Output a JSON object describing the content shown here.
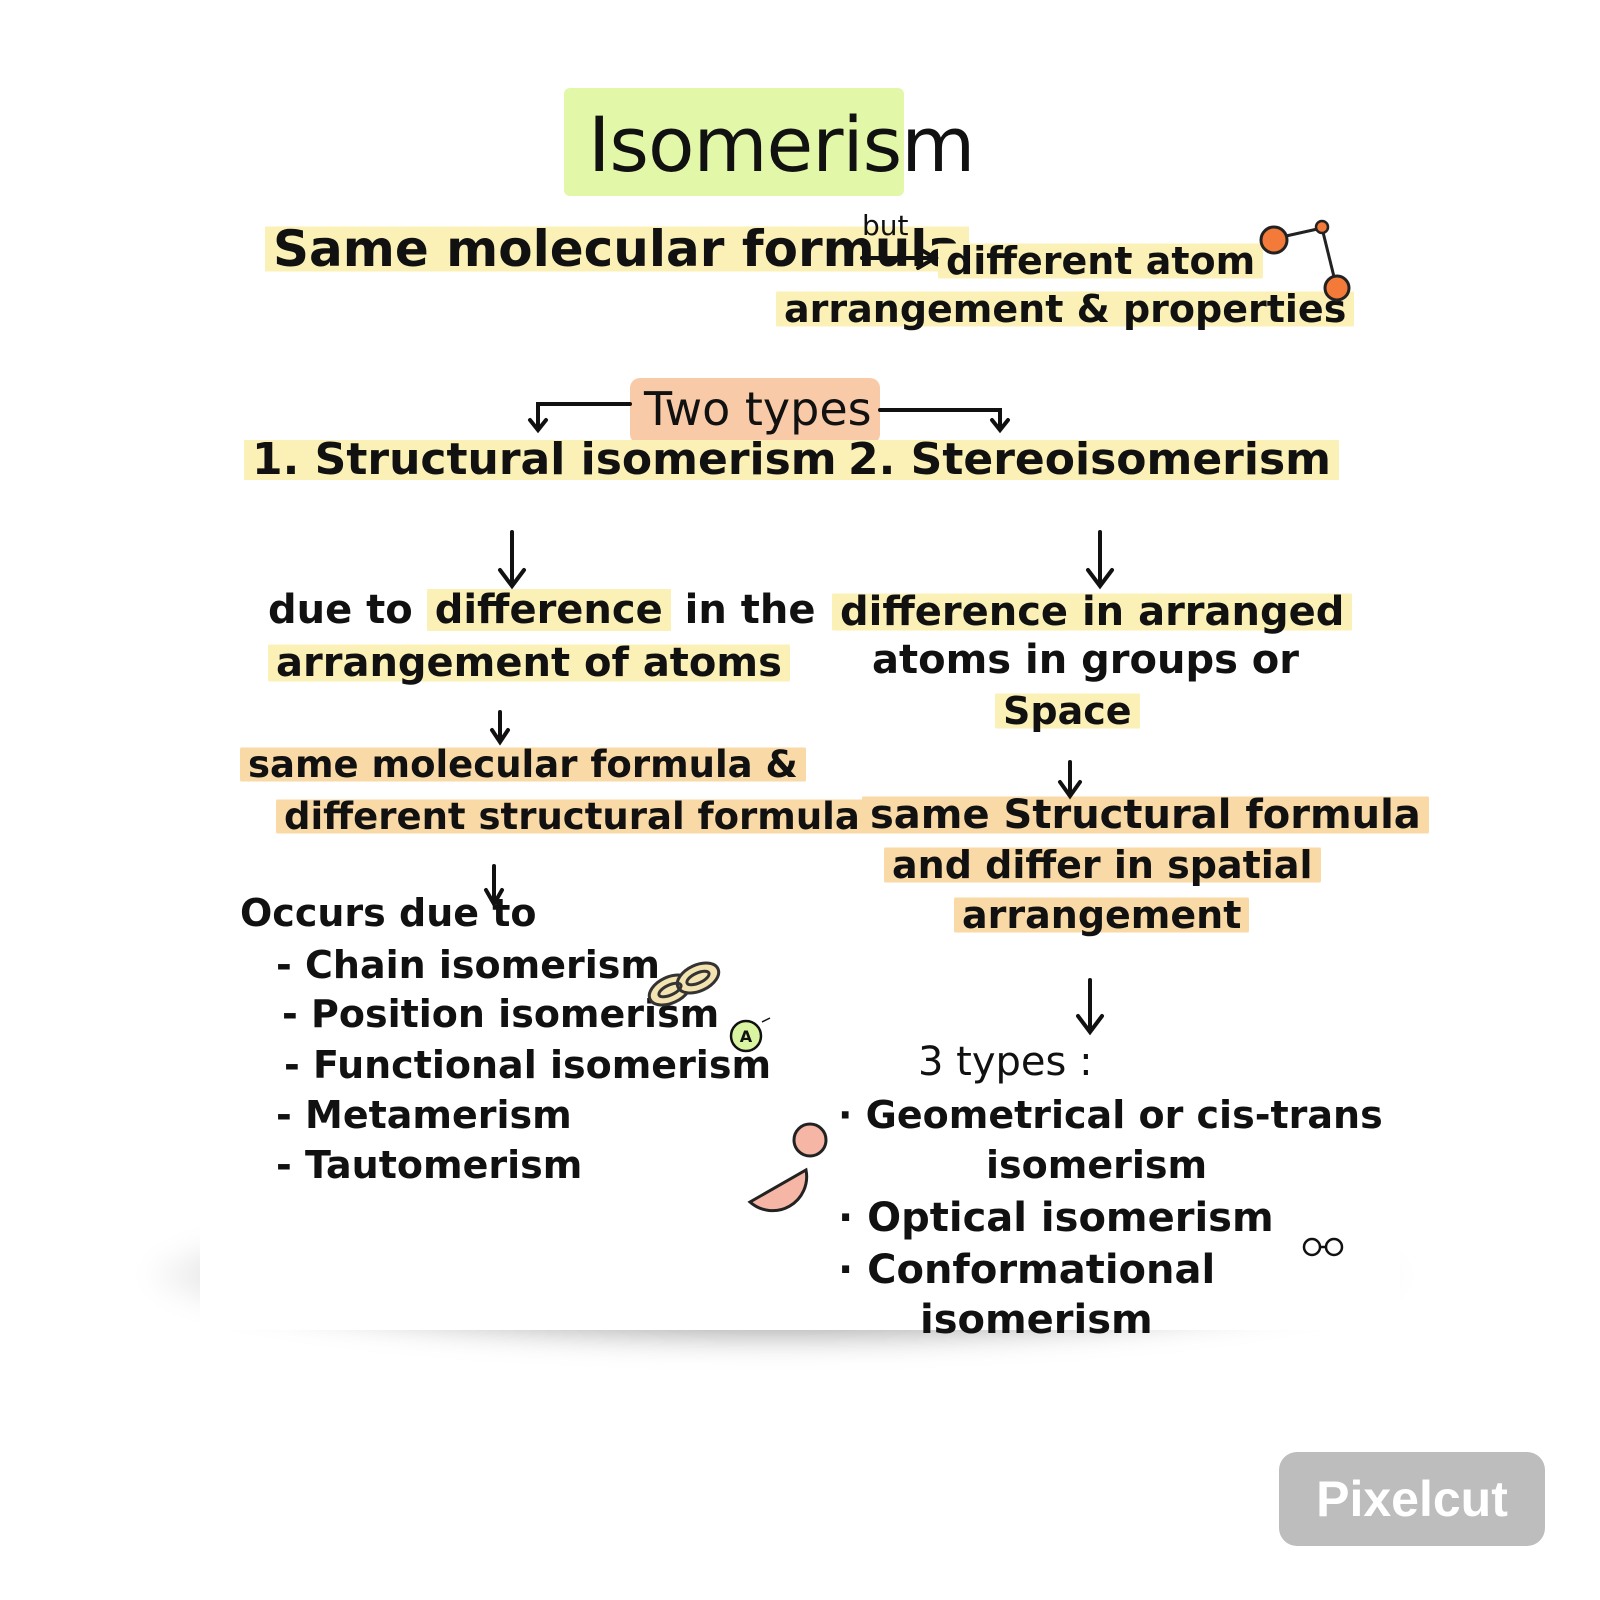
{
  "title": "Isomerism",
  "definition": {
    "left": "Same molecular formula",
    "connector": "but",
    "right_line1": "different atom",
    "right_line2": "arrangement & properties"
  },
  "branch_label": "Two types",
  "structural": {
    "heading": "1. Structural isomerism",
    "desc_line1_a": "due to ",
    "desc_line1_b": "difference",
    "desc_line1_c": " in the",
    "desc_line2": "arrangement of atoms",
    "formula_line1": "same molecular formula &",
    "formula_line2": "different structural formula",
    "occurs_label": "Occurs due to",
    "types": [
      "- Chain isomerism",
      "- Position isomerism",
      "- Functional isomerism",
      "- Metamerism",
      "- Tautomerism"
    ]
  },
  "stereo": {
    "heading": "2. Stereoisomerism",
    "desc_line1": "difference in arranged",
    "desc_line2": "atoms in groups or",
    "desc_line3": "Space",
    "formula_line1": "same Structural formula",
    "formula_line2": "and differ in spatial",
    "formula_line3": "arrangement",
    "count_label": "3 types :",
    "types": [
      "· Geometrical or cis-trans",
      "isomerism",
      "· Optical isomerism",
      "· Conformational",
      "isomerism"
    ]
  },
  "badge_letter": "A",
  "watermark": "Pixelcut",
  "colors": {
    "title_highlight": "#e3f7a8",
    "yellow_highlight": "#fbf0b6",
    "orange_highlight": "#f9d9a6",
    "types_highlight": "#f8caa8",
    "molecule_orange": "#f47a3a",
    "pink_shapes": "#f6b6a6"
  }
}
